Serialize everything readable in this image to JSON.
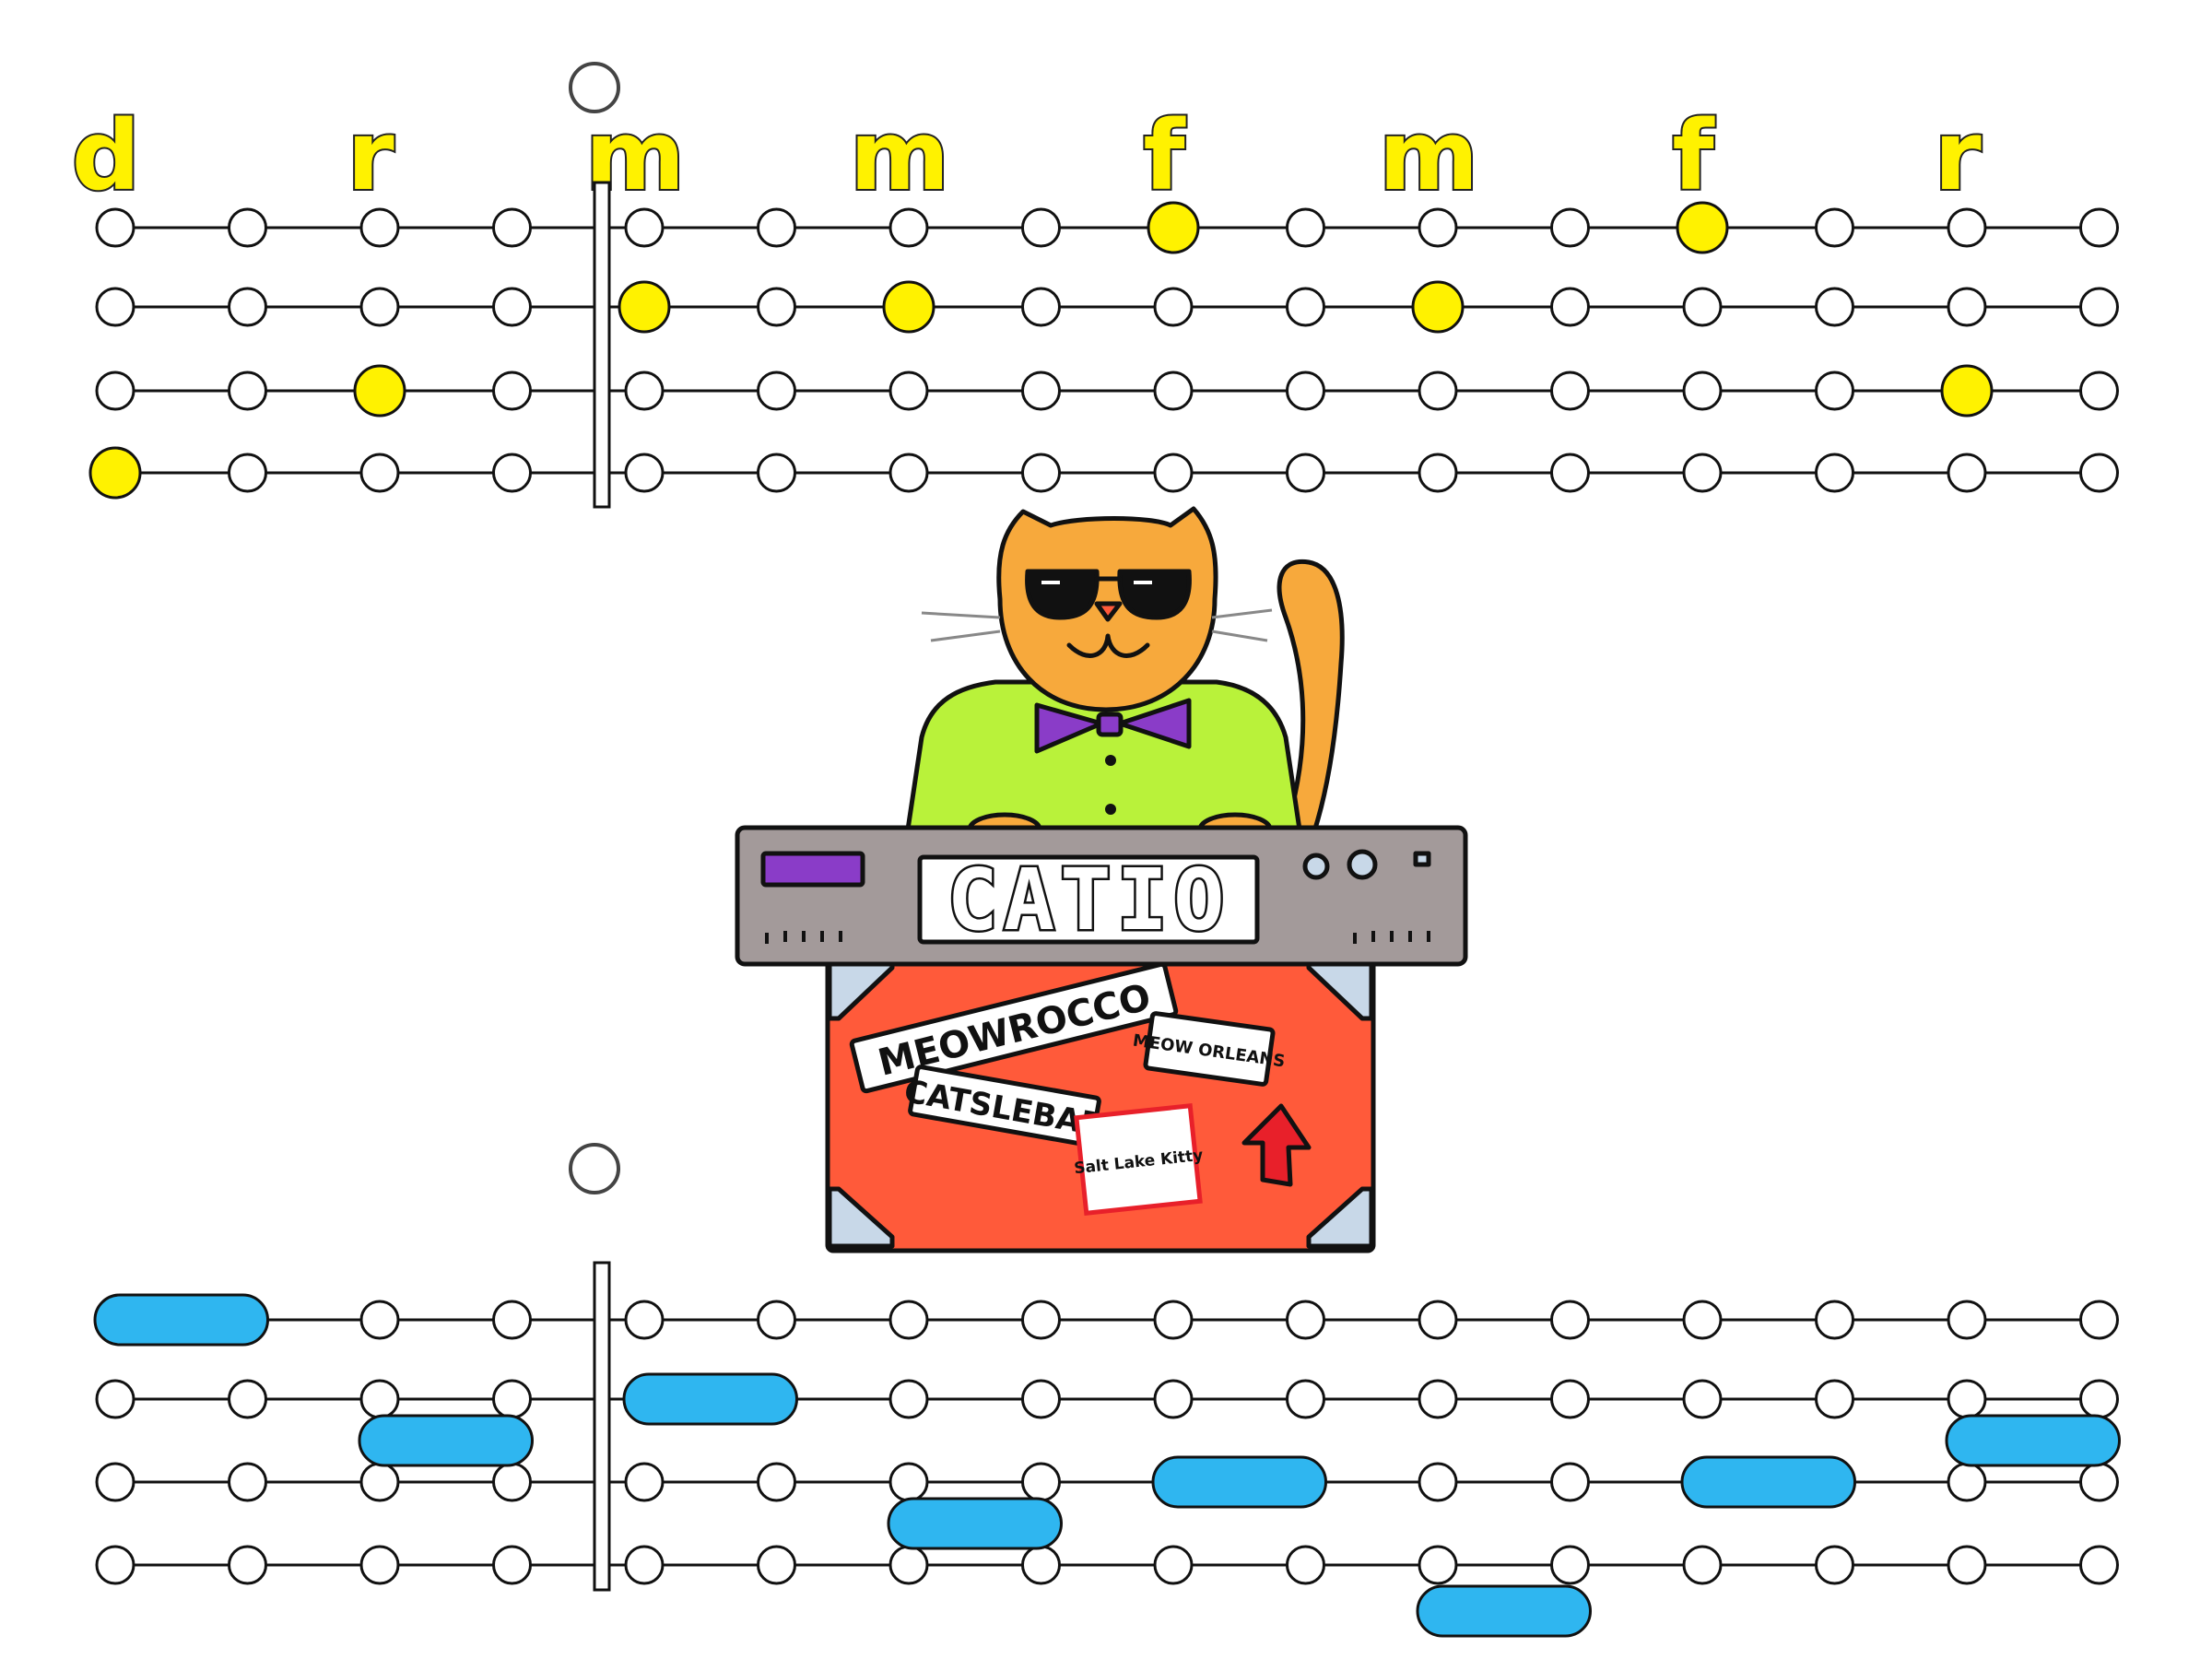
{
  "top_staff": {
    "syllables": [
      "d",
      "r",
      "m",
      "m",
      "f",
      "m",
      "f",
      "r"
    ],
    "rows": 4,
    "columns": 16,
    "active_notes": [
      {
        "row": 4,
        "col": 1
      },
      {
        "row": 3,
        "col": 3
      },
      {
        "row": 2,
        "col": 5
      },
      {
        "row": 2,
        "col": 7
      },
      {
        "row": 1,
        "col": 9
      },
      {
        "row": 2,
        "col": 11
      },
      {
        "row": 1,
        "col": 13
      },
      {
        "row": 3,
        "col": 15
      }
    ],
    "note_color": "#fff200"
  },
  "bottom_staff": {
    "rows": 4,
    "columns": 16,
    "note_bars": [
      {
        "lane": 1,
        "start": 1,
        "end": 2
      },
      {
        "lane": 2.5,
        "start": 3,
        "end": 4
      },
      {
        "lane": 2,
        "start": 5,
        "end": 6
      },
      {
        "lane": 3.5,
        "start": 7,
        "end": 8
      },
      {
        "lane": 3,
        "start": 9,
        "end": 10
      },
      {
        "lane": 4.5,
        "start": 11,
        "end": 12
      },
      {
        "lane": 3,
        "start": 13,
        "end": 14
      },
      {
        "lane": 2.5,
        "start": 15,
        "end": 16
      }
    ],
    "bar_color": "#2fb6f0"
  },
  "playhead": {
    "position_col": 4.5
  },
  "mascot": {
    "keyboard_label": "CATIO",
    "stickers": [
      "MEOWROCCO",
      "CATSLEBAR",
      "MEOW ORLEANS",
      "Salt Lake Kitty"
    ],
    "colors": {
      "cat_fur": "#f7a93c",
      "shirt": "#b9f23a",
      "bowtie": "#8a3cc8",
      "keyboard": "#a39a9a",
      "case": "#ff5a3a",
      "case_corner": "#c8d8e8"
    }
  }
}
